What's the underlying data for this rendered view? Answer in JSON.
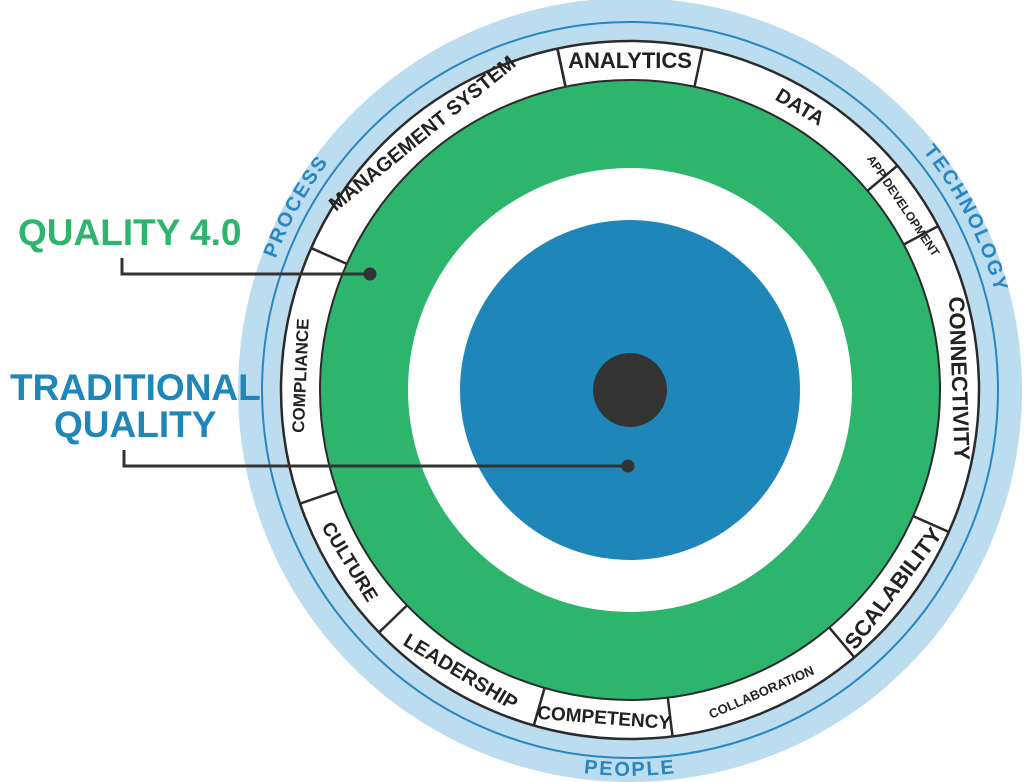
{
  "legend": {
    "quality40": {
      "text": "QUALITY 4.0",
      "color": "#2db56e"
    },
    "traditional": {
      "line1": "TRADITIONAL",
      "line2": "QUALITY",
      "color": "#1e86b8"
    }
  },
  "outer_labels": {
    "process": "PROCESS",
    "technology": "TECHNOLOGY",
    "people": "PEOPLE"
  },
  "segments": [
    {
      "label": "ANALYTICS"
    },
    {
      "label": "DATA"
    },
    {
      "label": "APP DEVELOPMENT"
    },
    {
      "label": "CONNECTIVITY"
    },
    {
      "label": "SCALABILITY"
    },
    {
      "label": "COLLABORATION"
    },
    {
      "label": "COMPETENCY"
    },
    {
      "label": "LEADERSHIP"
    },
    {
      "label": "CULTURE"
    },
    {
      "label": "COMPLIANCE"
    },
    {
      "label": "MANAGEMENT SYSTEM"
    }
  ],
  "colors": {
    "outer_band": "#bcdcef",
    "outer_lines": "#2a86c0",
    "green_ring": "#2db56e",
    "blue_core": "#1e86b8",
    "center_dot": "#333333",
    "segment_text": "#222222"
  }
}
